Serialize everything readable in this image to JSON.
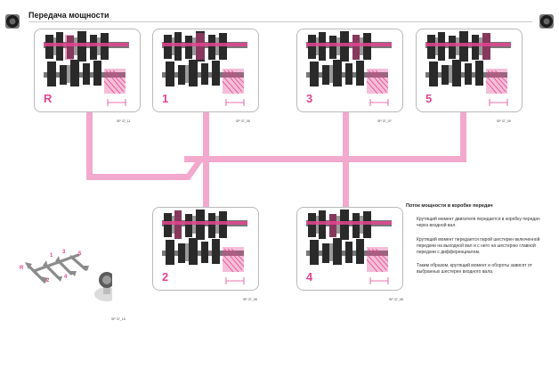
{
  "header": {
    "title": "Передача мощности"
  },
  "colors": {
    "accent": "#e2458f",
    "flow": "#f2a9cd"
  },
  "panels": [
    {
      "gear": "R",
      "ref": "SP 37_11"
    },
    {
      "gear": "1",
      "ref": "SP 37_05"
    },
    {
      "gear": "3",
      "ref": "SP 37_07"
    },
    {
      "gear": "5",
      "ref": "SP 37_09"
    },
    {
      "gear": "2",
      "ref": "SP 37_06"
    },
    {
      "gear": "4",
      "ref": "SP 37_08"
    }
  ],
  "shifter": {
    "ref": "SP 37_15",
    "positions": [
      "R",
      "1",
      "2",
      "3",
      "4",
      "5"
    ]
  },
  "info": {
    "title": "Поток мощности в коробке передач",
    "paragraphs": [
      "Крутящий момент двигателя передается в коробку передач через входной вал.",
      "Крутящий момент передается парой шестерен включенной передачи на выходной вал и с него на шестерню главной передачи с дифференциалом.",
      "Таким образом, крутящий момент и обороты зависят от выбранных шестерен входного вала."
    ]
  }
}
